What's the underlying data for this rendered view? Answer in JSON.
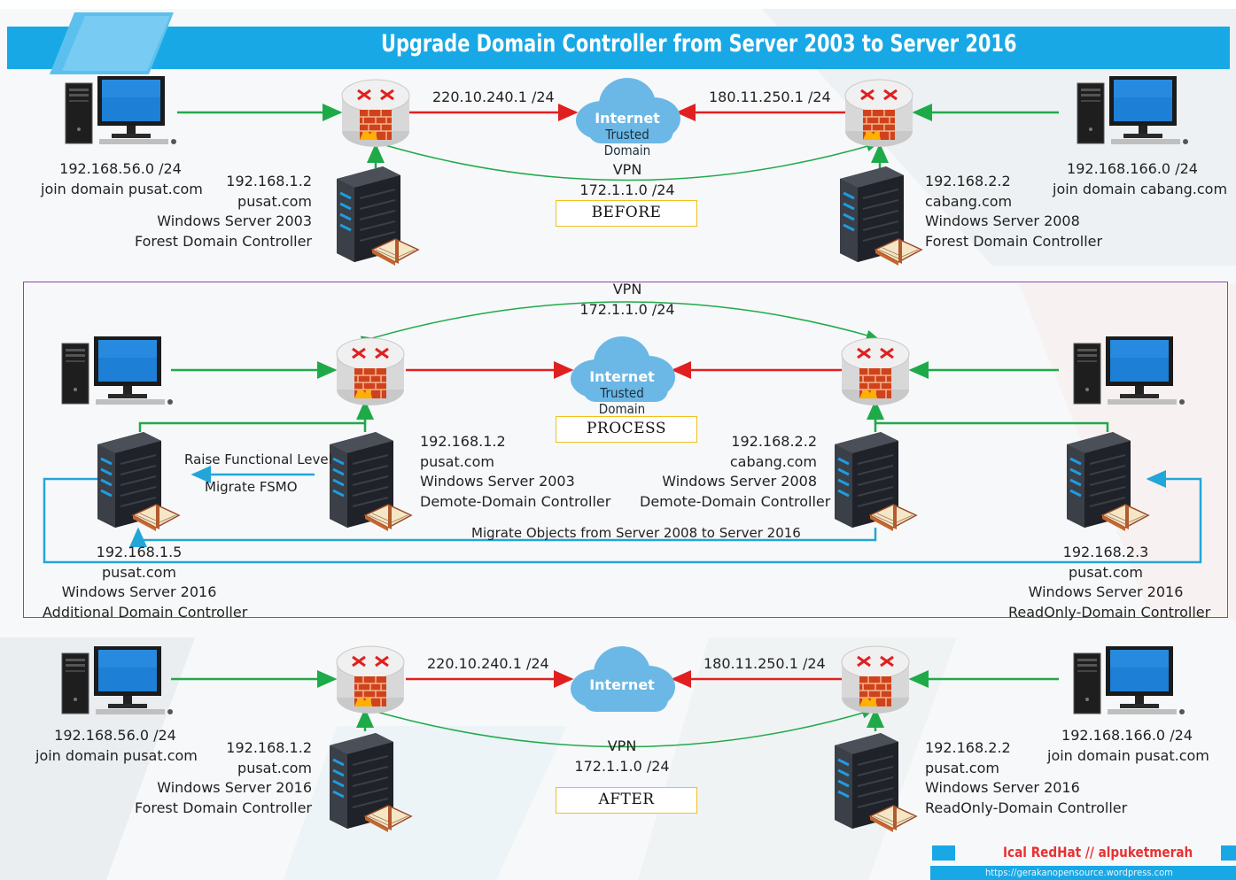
{
  "title": "Upgrade Domain Controller from Server 2003 to Server 2016",
  "colors": {
    "accent": "#19a8e6",
    "red_link": "#e02020",
    "green_link": "#1faa4a",
    "blue_link": "#22a6d8",
    "border_purple": "#8e44ad",
    "box_border": "#f0c020"
  },
  "before": {
    "stage_label": "BEFORE",
    "left_net": {
      "ip": "192.168.56.0 /24",
      "desc": "join domain pusat.com"
    },
    "left_dc": {
      "ip": "192.168.1.2",
      "domain": "pusat.com",
      "os": "Windows Server 2003",
      "role": "Forest Domain Controller"
    },
    "left_wan": "220.10.240.1 /24",
    "cloud": {
      "name": "Internet",
      "sub": "Trusted Domain"
    },
    "right_wan": "180.11.250.1 /24",
    "right_dc": {
      "ip": "192.168.2.2",
      "domain": "cabang.com",
      "os": "Windows Server 2008",
      "role": "Forest Domain Controller"
    },
    "right_net": {
      "ip": "192.168.166.0 /24",
      "desc": "join domain cabang.com"
    },
    "vpn": {
      "label": "VPN",
      "net": "172.1.1.0 /24"
    }
  },
  "process": {
    "stage_label": "PROCESS",
    "vpn": {
      "label": "VPN",
      "net": "172.1.1.0 /24"
    },
    "cloud": {
      "name": "Internet",
      "sub": "Trusted Domain"
    },
    "left_dc": {
      "ip": "192.168.1.2",
      "domain": "pusat.com",
      "os": "Windows Server 2003",
      "role": "Demote-Domain Controller"
    },
    "right_dc": {
      "ip": "192.168.2.2",
      "domain": "cabang.com",
      "os": "Windows Server 2008",
      "role": "Demote-Domain Controller"
    },
    "actions": {
      "raise": "Raise Functional Level",
      "migrate_fsmo": "Migrate FSMO",
      "migrate_objects": "Migrate Objects from Server 2008 to Server 2016"
    },
    "new_left": {
      "ip": "192.168.1.5",
      "domain": "pusat.com",
      "os": "Windows Server 2016",
      "role": "Additional Domain Controller"
    },
    "new_right": {
      "ip": "192.168.2.3",
      "domain": "pusat.com",
      "os": "Windows Server 2016",
      "role": "ReadOnly-Domain Controller"
    }
  },
  "after": {
    "stage_label": "AFTER",
    "left_net": {
      "ip": "192.168.56.0 /24",
      "desc": "join domain pusat.com"
    },
    "left_dc": {
      "ip": "192.168.1.2",
      "domain": "pusat.com",
      "os": "Windows Server 2016",
      "role": "Forest Domain Controller"
    },
    "left_wan": "220.10.240.1 /24",
    "cloud": {
      "name": "Internet"
    },
    "right_wan": "180.11.250.1 /24",
    "right_dc": {
      "ip": "192.168.2.2",
      "domain": "pusat.com",
      "os": "Windows Server 2016",
      "role": "ReadOnly-Domain Controller"
    },
    "right_net": {
      "ip": "192.168.166.0 /24",
      "desc": "join domain pusat.com"
    },
    "vpn": {
      "label": "VPN",
      "net": "172.1.1.0 /24"
    }
  },
  "footer": {
    "author": "Ical RedHat // alpuketmerah",
    "url": "https://gerakanopensource.wordpress.com"
  }
}
